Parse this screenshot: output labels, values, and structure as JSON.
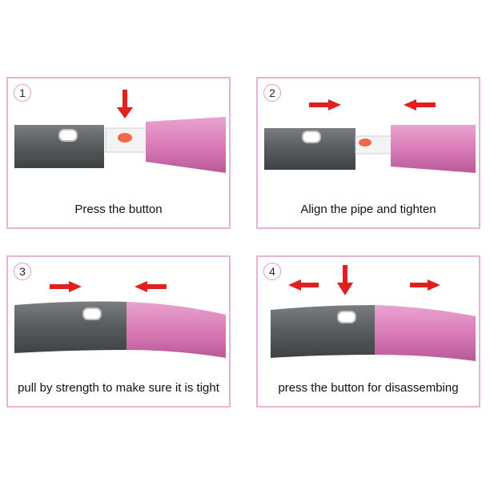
{
  "colors": {
    "border": "#e7b3d6",
    "gray_tube": "#5a5e60",
    "pink_tube": "#d97cb8",
    "arrow": "#e01f1f"
  },
  "panels": [
    {
      "number": "1",
      "caption": "Press the button"
    },
    {
      "number": "2",
      "caption": "Align the pipe and tighten"
    },
    {
      "number": "3",
      "caption": "pull by strength to make sure it is tight"
    },
    {
      "number": "4",
      "caption": "press the button for disassembing"
    }
  ]
}
